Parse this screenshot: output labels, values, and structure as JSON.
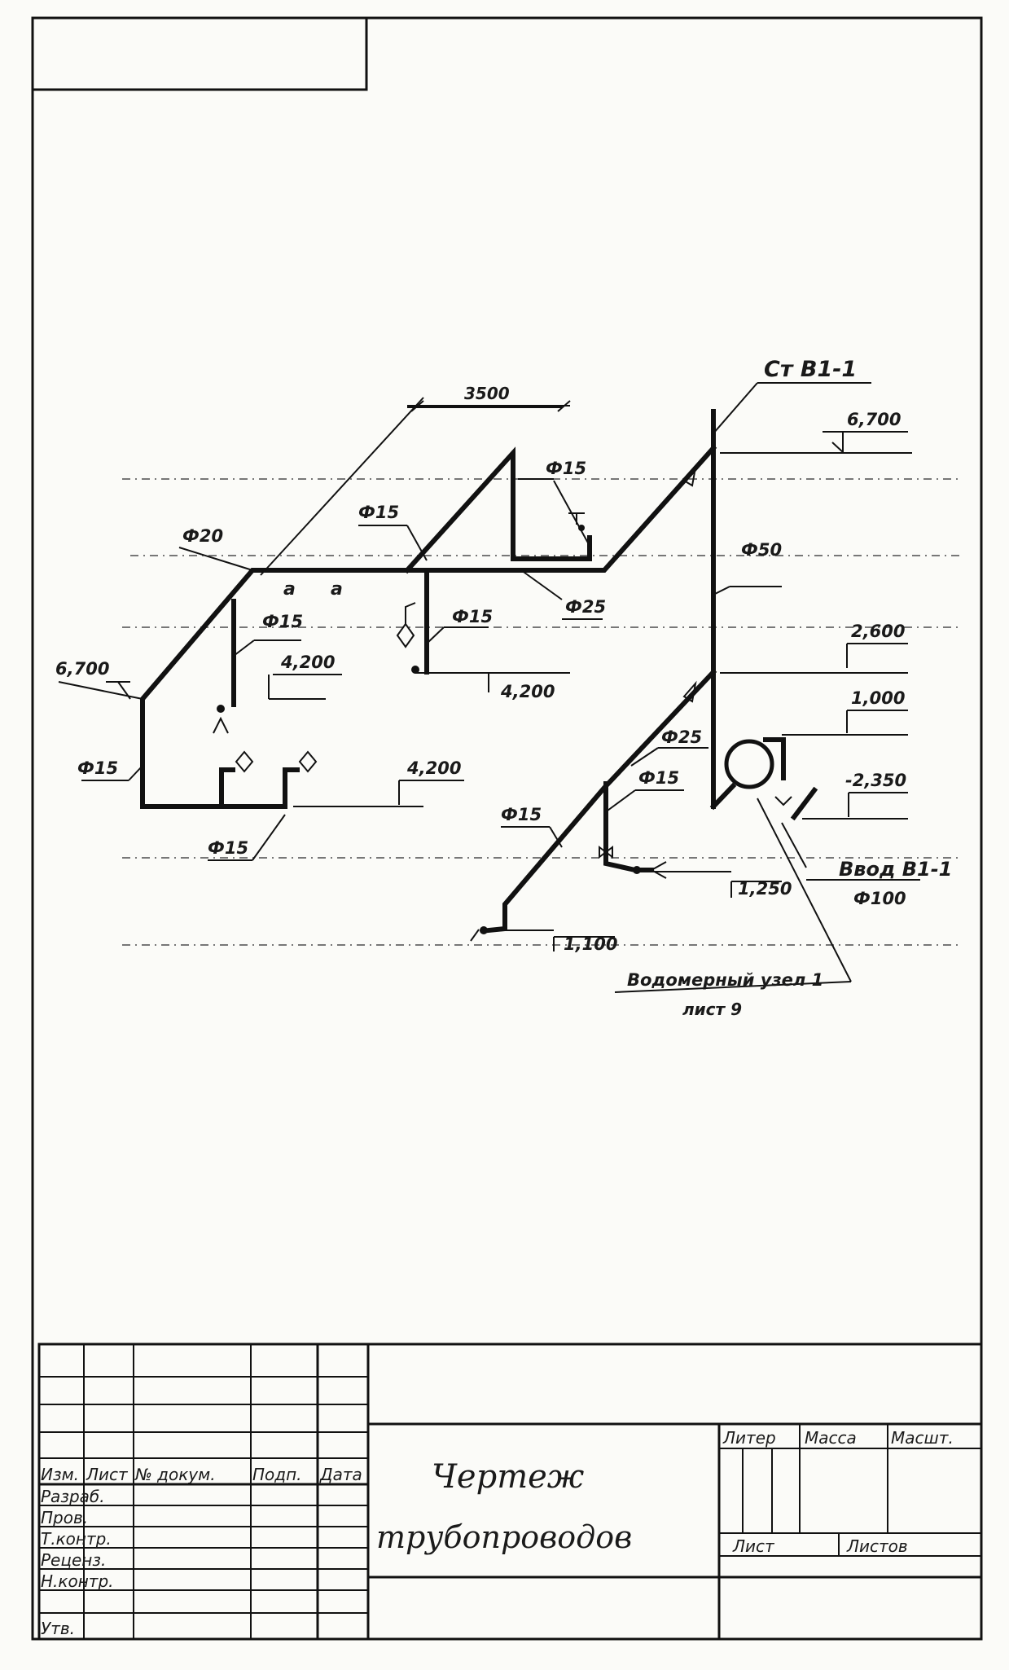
{
  "labels": {
    "riser": "Ст В1-1",
    "dim_3500": "3500",
    "d20": "Ф20",
    "a_left": "а",
    "a_right": "а",
    "d15_top": "Ф15",
    "d15_mid": "Ф15",
    "d25_upper": "Ф25",
    "d15_left_branch": "Ф15",
    "d15_center_branch": "Ф15",
    "d50": "Ф50",
    "d15_left_riser": "Ф15",
    "d15_bottom": "Ф15",
    "d25_lower": "Ф25",
    "d15_lower_branch": "Ф15",
    "d15_lower_left": "Ф15",
    "entry": "Ввод В1-1",
    "entry_d": "Ф100",
    "meter_node": "Водомерный узел 1",
    "meter_sheet": "лист 9"
  },
  "levels": {
    "l_6700_right": "6,700",
    "l_6700_left": "6,700",
    "l_4200_left": "4,200",
    "l_4200_center": "4,200",
    "l_4200_bottom": "4,200",
    "l_2600": "2,600",
    "l_1000": "1,000",
    "l_minus2350": "-2,350",
    "l_1250": "1,250",
    "l_1100": "1,100"
  },
  "title_block": {
    "headers": {
      "izm": "Изм.",
      "list": "Лист",
      "doc": "№ докум.",
      "podp": "Подп.",
      "data": "Дата"
    },
    "roles": [
      "Разраб.",
      "Пров.",
      "Т.контр.",
      "Реценз.",
      "Н.контр.",
      "Утв."
    ],
    "title_line1": "Чертеж",
    "title_line2": "трубопроводов",
    "liter": "Литер",
    "massa": "Масса",
    "masshtab": "Масшт.",
    "sheet": "Лист",
    "sheets": "Листов"
  }
}
